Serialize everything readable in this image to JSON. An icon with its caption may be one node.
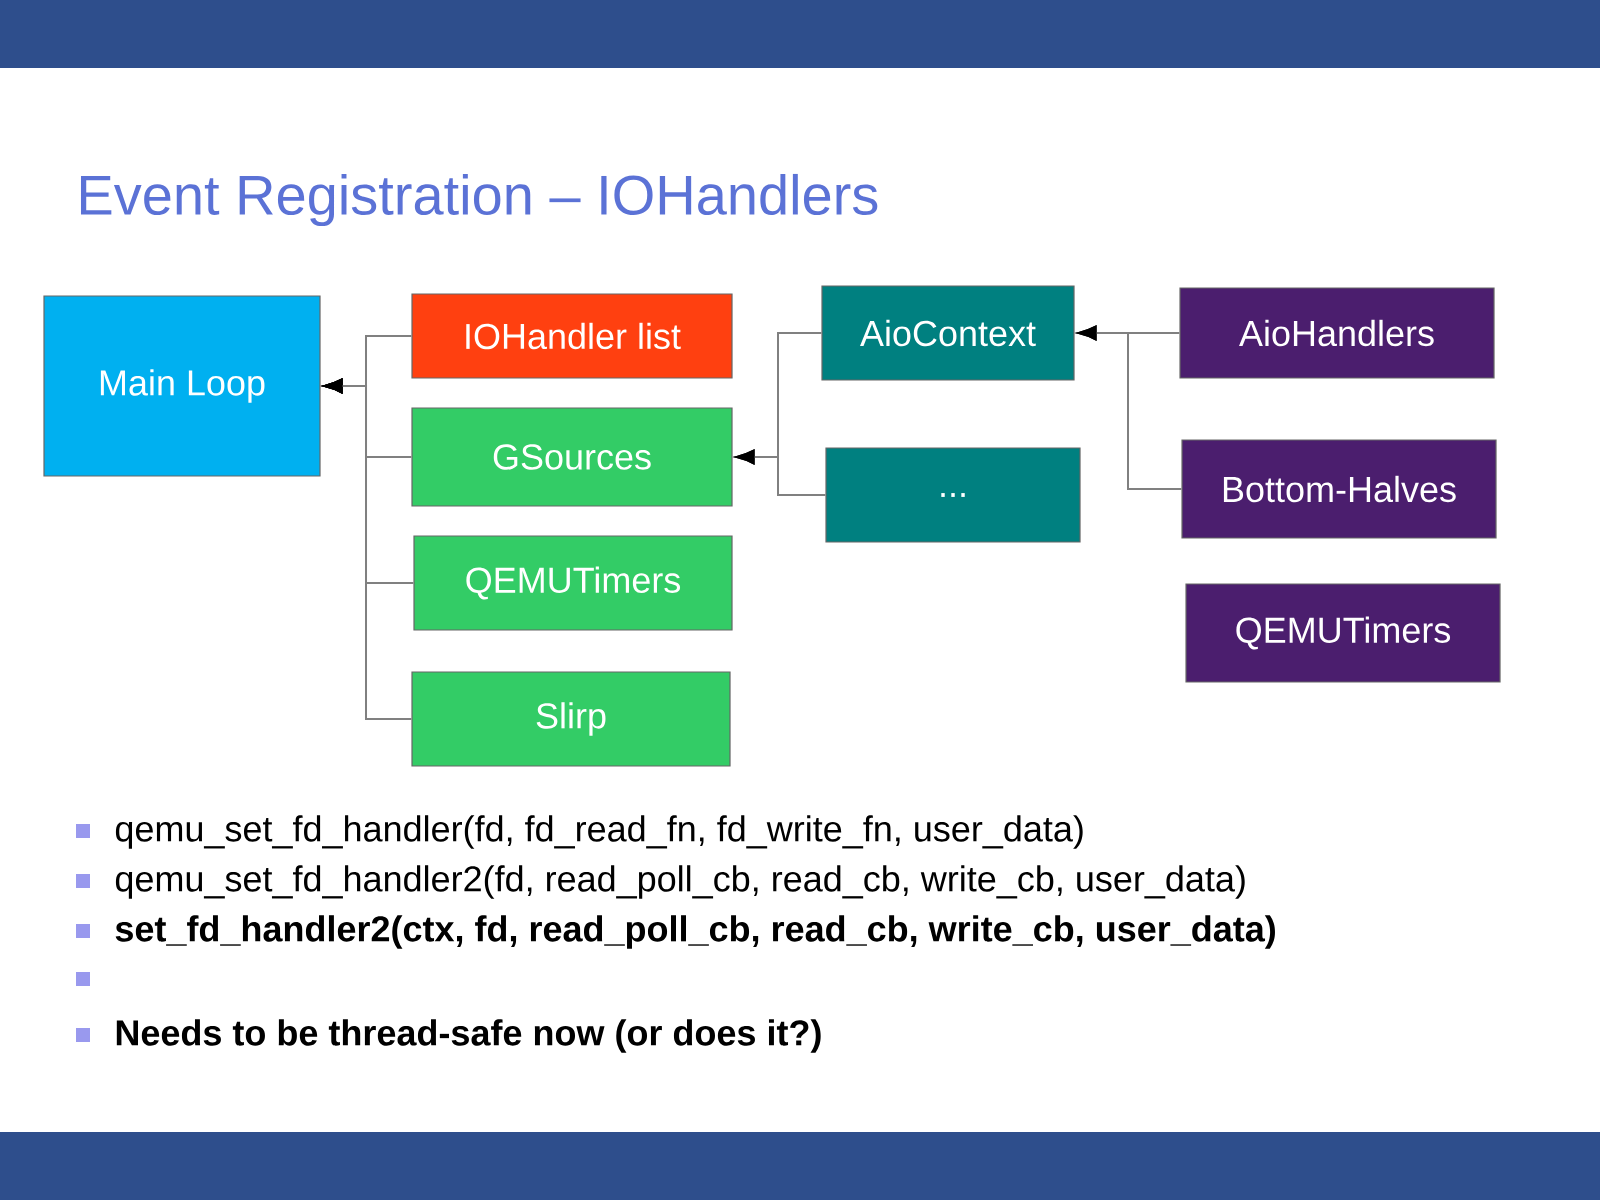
{
  "diagram": {
    "title": "Event Registration – IOHandlers",
    "nodes": [
      {
        "text": [
          "Main Loop"
        ]
      },
      {
        "text": [
          "IOHandler list"
        ]
      },
      {
        "text": [
          "GSources"
        ]
      },
      {
        "text": [
          "QEMUTimers"
        ]
      },
      {
        "text": [
          "Slirp"
        ]
      },
      {
        "text": [
          "AioContext"
        ]
      },
      {
        "text": [
          "..."
        ]
      },
      {
        "text": [
          "AioHandlers"
        ]
      },
      {
        "text": [
          "Bottom-Halves"
        ]
      },
      {
        "text": [
          "QEMUTimers"
        ]
      }
    ],
    "edges": [
      {
        "from": 1,
        "to": 0,
        "arrow": "to"
      },
      {
        "from": 2,
        "to": 0,
        "arrow": "to"
      },
      {
        "from": 3,
        "to": 0,
        "arrow": "to"
      },
      {
        "from": 4,
        "to": 0,
        "arrow": "to"
      },
      {
        "from": 5,
        "to": 2,
        "arrow": "to"
      },
      {
        "from": 6,
        "to": 2,
        "arrow": "to"
      },
      {
        "from": 7,
        "to": 5,
        "arrow": "to"
      },
      {
        "from": 8,
        "to": 5,
        "arrow": "to"
      }
    ],
    "labels": [
      "qemu_set_fd_handler(fd, fd_read_fn, fd_write_fn, user_data)",
      "qemu_set_fd_handler2(fd, read_poll_cb, read_cb, write_cb, user_data)",
      "set_fd_handler2(ctx, fd, read_poll_cb, read_cb, write_cb, user_data)",
      "Needs to be thread-safe now (or does it?)"
    ]
  }
}
